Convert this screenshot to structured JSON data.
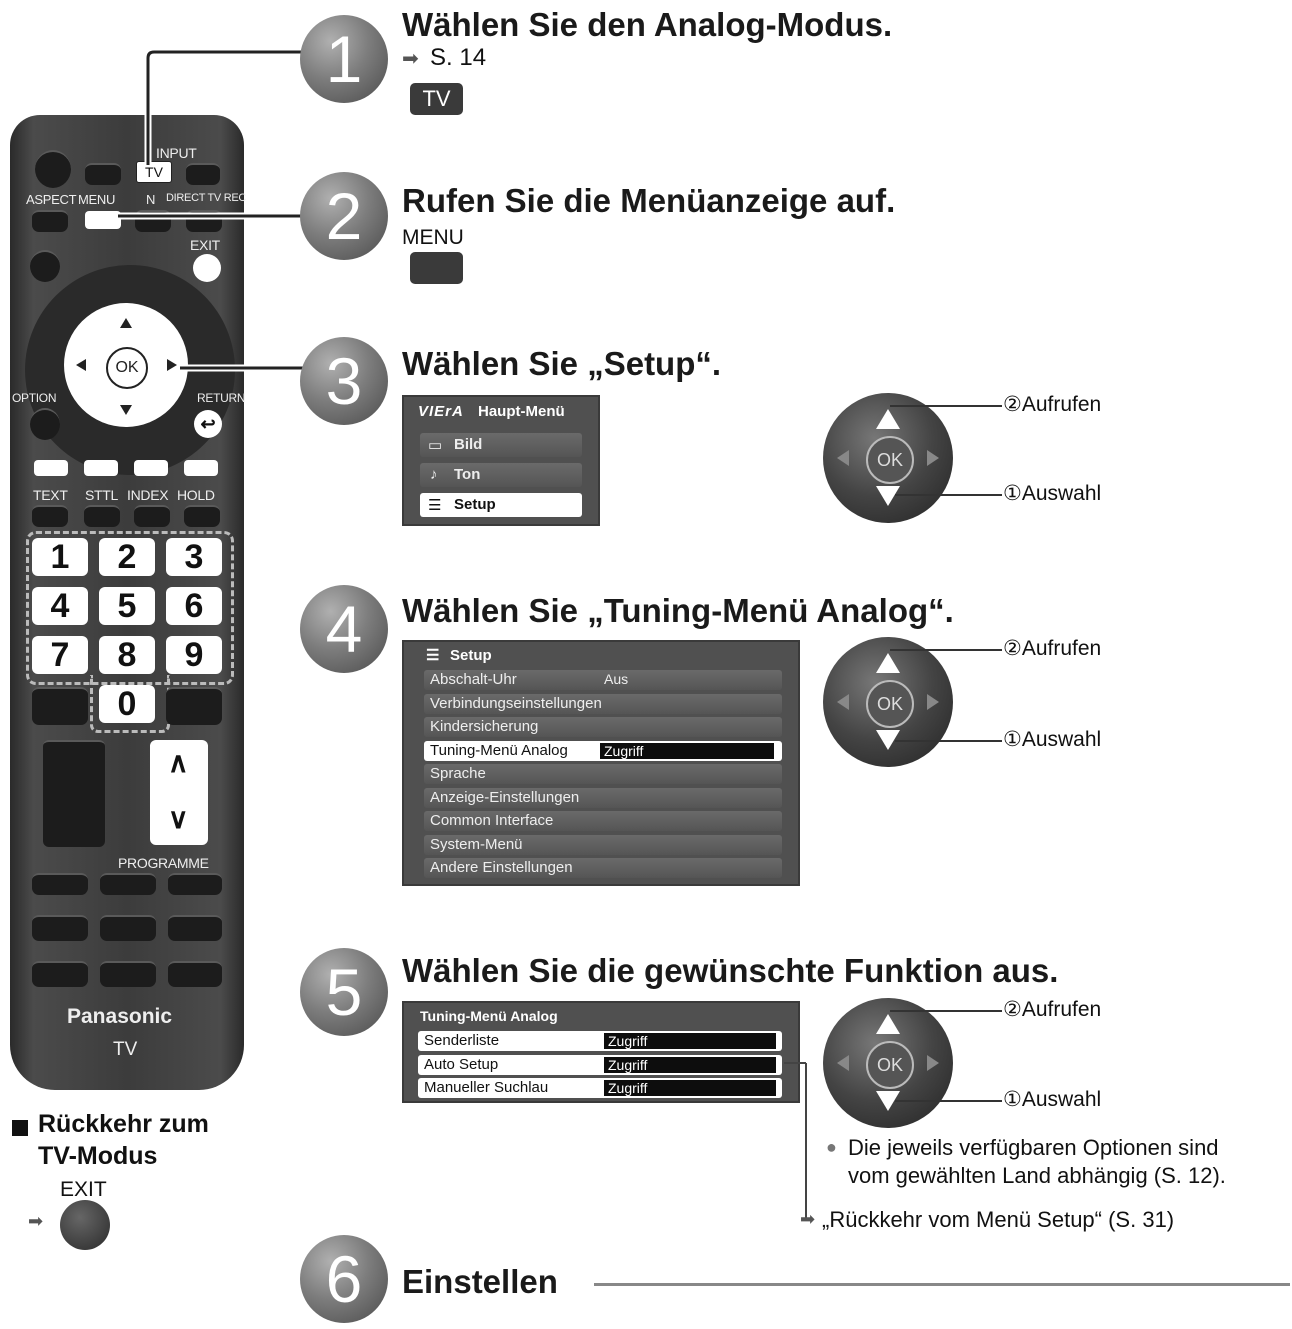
{
  "steps": [
    {
      "number": "1",
      "heading": "Wählen Sie den Analog-Modus.",
      "ref": "S. 14",
      "key_label": "TV"
    },
    {
      "number": "2",
      "heading": "Rufen Sie die Menüanzeige auf.",
      "key_label": "MENU"
    },
    {
      "number": "3",
      "heading": "Wählen Sie „Setup“."
    },
    {
      "number": "4",
      "heading": "Wählen Sie „Tuning-Menü Analog“."
    },
    {
      "number": "5",
      "heading": "Wählen Sie die gewünschte Funktion aus."
    },
    {
      "number": "6",
      "heading": "Einstellen"
    }
  ],
  "remote": {
    "input_label": "INPUT",
    "tv_key": "TV",
    "aspect": "ASPECT",
    "menu": "MENU",
    "n": "N",
    "direct_tv_rec": "DIRECT TV REC",
    "exit": "EXIT",
    "ok": "OK",
    "option": "OPTION",
    "return": "RETURN",
    "text": "TEXT",
    "sttl": "STTL",
    "index": "INDEX",
    "hold": "HOLD",
    "digits": [
      "1",
      "2",
      "3",
      "4",
      "5",
      "6",
      "7",
      "8",
      "9",
      "0"
    ],
    "prog_up": "∧",
    "prog_down": "∨",
    "programme": "PROGRAMME",
    "brand": "Panasonic",
    "model": "TV"
  },
  "main_menu": {
    "logo": "VIErA",
    "title": "Haupt-Menü",
    "items": [
      "Bild",
      "Ton",
      "Setup"
    ]
  },
  "setup_menu": {
    "title": "Setup",
    "items": [
      {
        "label": "Abschalt-Uhr",
        "value": "Aus"
      },
      {
        "label": "Verbindungseinstellungen",
        "value": ""
      },
      {
        "label": "Kindersicherung",
        "value": ""
      },
      {
        "label": "Tuning-Menü Analog",
        "value": "Zugriff"
      },
      {
        "label": "Sprache",
        "value": ""
      },
      {
        "label": "Anzeige-Einstellungen",
        "value": ""
      },
      {
        "label": "Common Interface",
        "value": ""
      },
      {
        "label": "System-Menü",
        "value": ""
      },
      {
        "label": "Andere Einstellungen",
        "value": ""
      }
    ]
  },
  "tuning_menu": {
    "title": "Tuning-Menü Analog",
    "items": [
      {
        "label": "Senderliste",
        "value": "Zugriff"
      },
      {
        "label": "Auto Setup",
        "value": "Zugriff"
      },
      {
        "label": "Manueller Suchlau",
        "value": "Zugriff"
      }
    ]
  },
  "dpad": {
    "ok": "OK",
    "access": "②Aufrufen",
    "select": "①Auswahl"
  },
  "note": {
    "line1": "Die jeweils verfügbaren Optionen sind",
    "line2": "vom gewählten Land abhängig (S. 12).",
    "return_ref": "„Rückkehr vom Menü Setup“ (S. 31)"
  },
  "return_tv": {
    "line1": "Rückkehr zum",
    "line2": "TV-Modus",
    "key": "EXIT"
  }
}
